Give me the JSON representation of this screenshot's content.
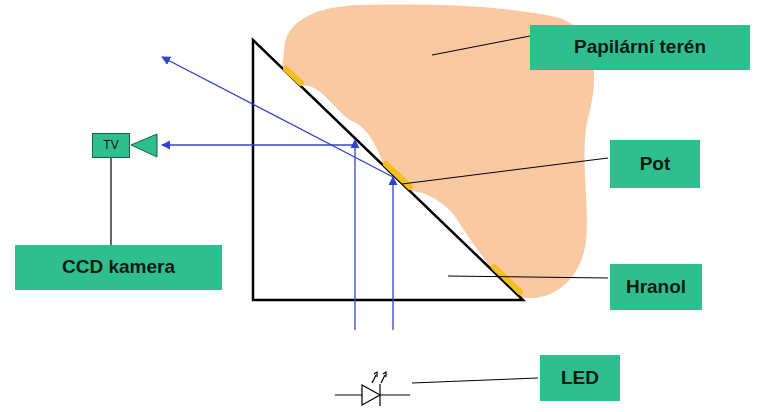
{
  "diagram": {
    "nodes": [
      {
        "text": [
          "Papilární terén"
        ]
      },
      {
        "text": [
          "Pot"
        ]
      },
      {
        "text": [
          "TV"
        ]
      },
      {
        "text": [
          "CCD kamera"
        ]
      },
      {
        "text": [
          "Hranol"
        ]
      },
      {
        "text": [
          "LED"
        ]
      }
    ],
    "edges": [
      {
        "from": 2,
        "to": 3,
        "arrow": "none"
      }
    ]
  }
}
